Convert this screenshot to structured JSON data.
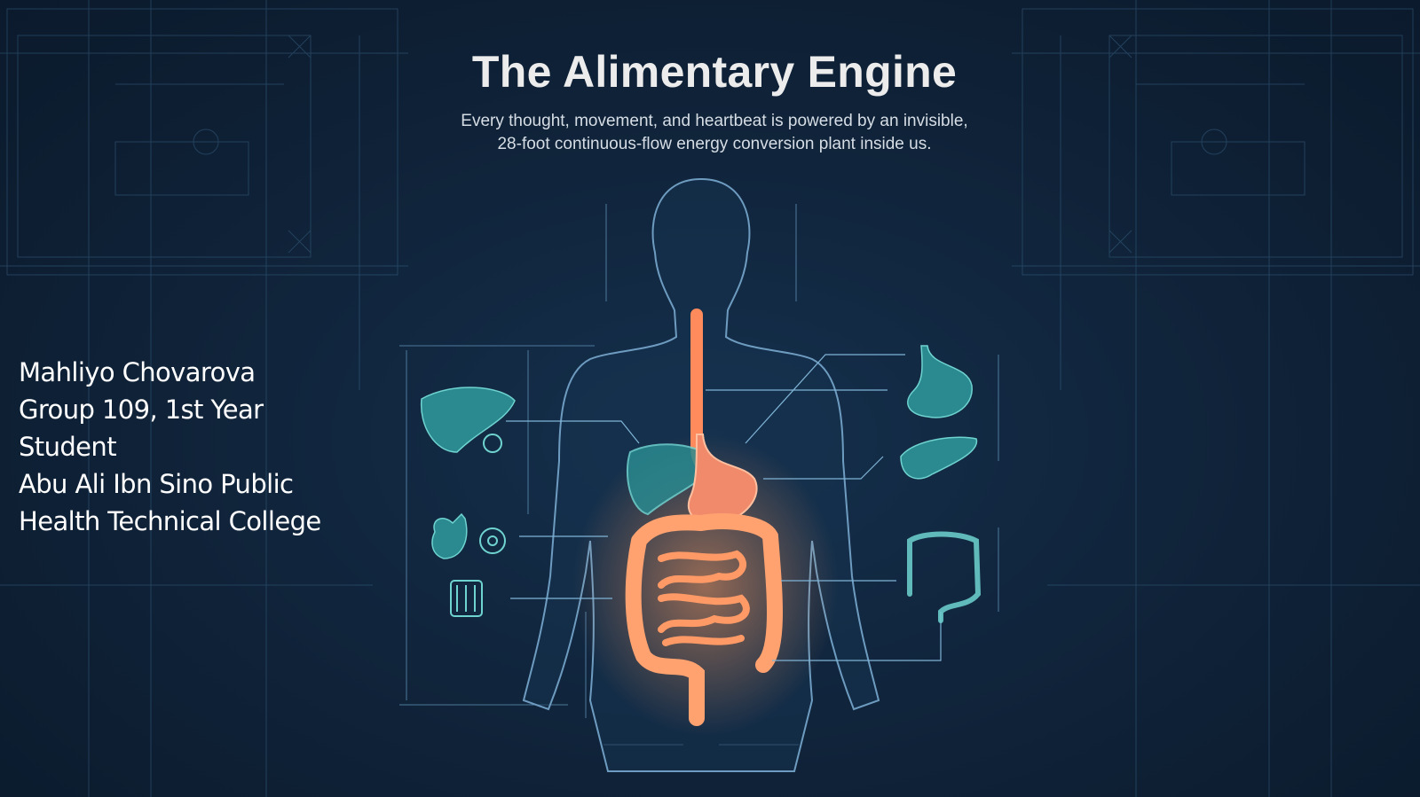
{
  "slide": {
    "title": "The Alimentary Engine",
    "subtitle_lines": [
      "Every thought, movement, and heartbeat is powered by an invisible,",
      "28-foot continuous-flow energy conversion plant inside us."
    ]
  },
  "author": {
    "lines": [
      "Mahliyo Chovarova",
      "Group 109, 1st Year",
      "Student",
      "Abu Ali Ibn Sino Public",
      "Health Technical College"
    ]
  },
  "colors": {
    "background": "#0f2238",
    "blueprint_line": "#4a7fa6",
    "organ_teal": "#2fa3a0",
    "digestive_glow": "#ff8a5c"
  },
  "icons": [
    "liver-icon",
    "gear-icon",
    "gallbladder-icon",
    "filter-icon",
    "stomach-icon",
    "pancreas-icon",
    "large-intestine-icon"
  ]
}
